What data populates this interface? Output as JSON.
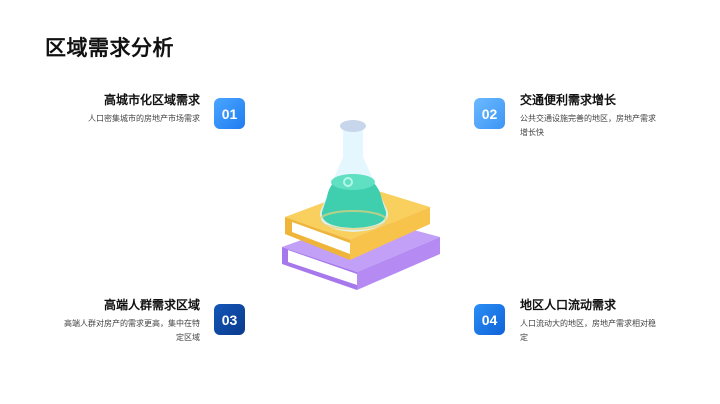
{
  "slide": {
    "title": "区域需求分析"
  },
  "items": [
    {
      "number": "01",
      "heading": "高城市化区域需求",
      "description": "人口密集城市的房地产市场需求",
      "badge_color": "#2e8cf7"
    },
    {
      "number": "02",
      "heading": "交通便利需求增长",
      "description_line1": "公共交通设施完善的地区，房地产需求",
      "description_line2": "增长快",
      "badge_color": "#54a7fa"
    },
    {
      "number": "03",
      "heading": "高端人群需求区域",
      "description_line1": "高端人群对房产的需求更高，集中在特",
      "description_line2": "定区域",
      "badge_color": "#0f4aa3"
    },
    {
      "number": "04",
      "heading": "地区人口流动需求",
      "description_line1": "人口流动大的地区，房地产需求相对稳",
      "description_line2": "定",
      "badge_color": "#1b78e6"
    }
  ],
  "illustration": {
    "icon": "flask-on-books-icon",
    "colors": {
      "flask_liquid": "#3fcfae",
      "top_book": "#f7c34b",
      "bottom_book": "#b58af2"
    }
  }
}
